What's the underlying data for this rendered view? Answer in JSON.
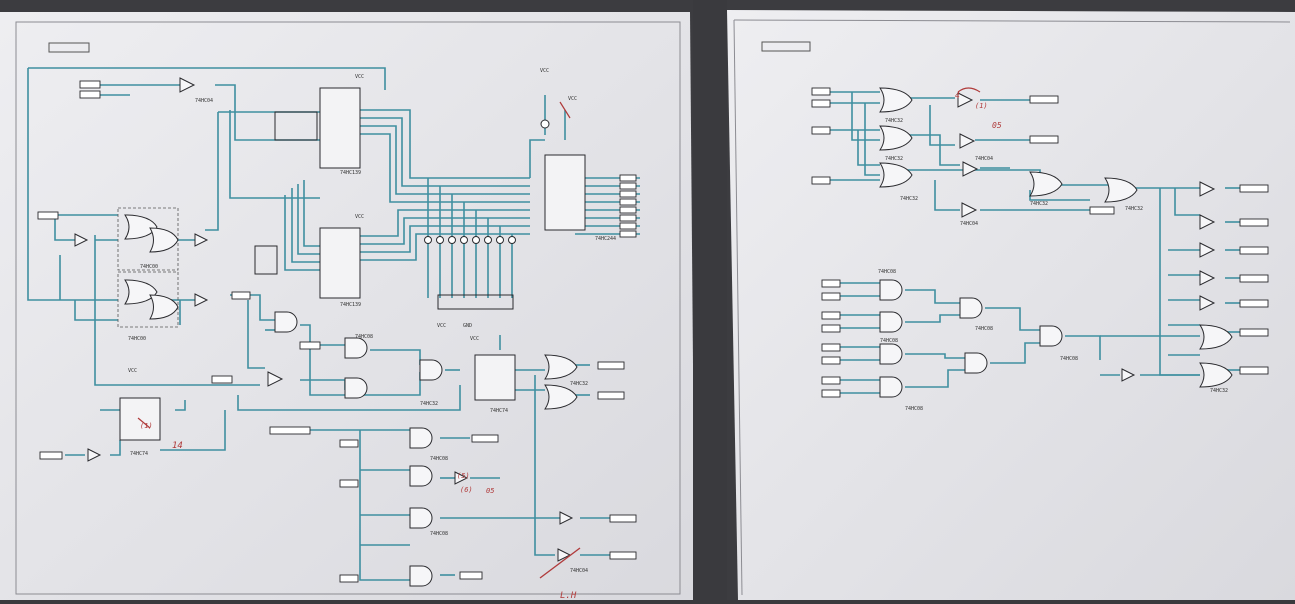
{
  "sheets": [
    {
      "title": "",
      "power": {
        "vcc_labels": [
          "VCC",
          "VCC",
          "VCC",
          "VCC",
          "VCC",
          "VCC"
        ],
        "gnd_label": "GND",
        "vcc_bottom": "VCC"
      },
      "ics": [
        {
          "type": "74HC00"
        },
        {
          "type": "74HC139"
        },
        {
          "type": "74HC04"
        },
        {
          "type": "74HC32"
        },
        {
          "type": "74HC244"
        },
        {
          "type": "74HC08"
        },
        {
          "type": "74HC74"
        }
      ],
      "annotations": [
        "14",
        "(5)",
        "(6)",
        "05",
        "(1)",
        "L.H"
      ]
    },
    {
      "title": "",
      "ics": [
        {
          "type": "74HC32"
        },
        {
          "type": "74HC04"
        },
        {
          "type": "74HC08"
        }
      ],
      "annotations": [
        "4",
        "(1)",
        "05"
      ]
    }
  ],
  "colors": {
    "paper": "#e6e6ea",
    "wire": "#3f8fa0",
    "ink": "#2a2a2e",
    "redline": "#b03a3a"
  }
}
